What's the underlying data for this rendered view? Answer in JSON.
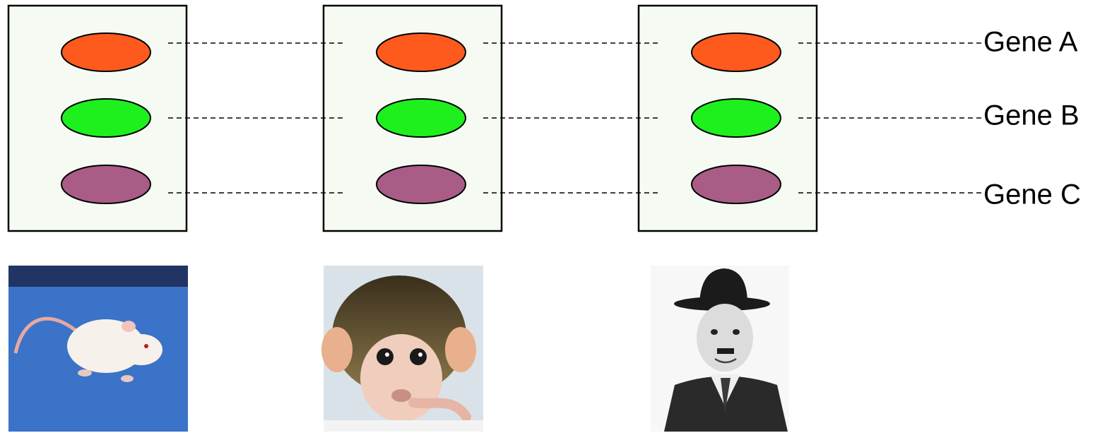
{
  "genes": [
    {
      "label": "Gene A",
      "color": "#ff5a1e"
    },
    {
      "label": "Gene B",
      "color": "#1ef01e"
    },
    {
      "label": "Gene C",
      "color": "#a85c86"
    }
  ],
  "panel_fill": "#f5fbf3",
  "organisms": [
    {
      "name": "mouse",
      "background": "#3a73c8"
    },
    {
      "name": "monkey",
      "background": "#d9e2e8"
    },
    {
      "name": "human"
    }
  ]
}
